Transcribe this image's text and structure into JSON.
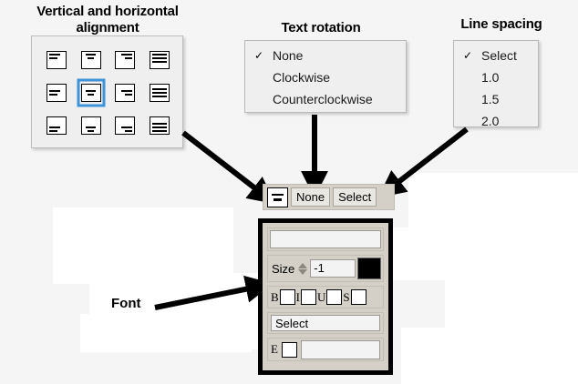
{
  "callouts": {
    "alignment_title": "Vertical and horizontal alignment",
    "rotation_title": "Text rotation",
    "spacing_title": "Line spacing",
    "font_title": "Font"
  },
  "alignment_matrix": {
    "selected_index": 5,
    "cells": [
      {
        "v": "top",
        "h": "left"
      },
      {
        "v": "top",
        "h": "center"
      },
      {
        "v": "top",
        "h": "right"
      },
      {
        "v": "top",
        "h": "justify"
      },
      {
        "v": "middle",
        "h": "left"
      },
      {
        "v": "middle",
        "h": "center"
      },
      {
        "v": "middle",
        "h": "right"
      },
      {
        "v": "middle",
        "h": "justify"
      },
      {
        "v": "bottom",
        "h": "left"
      },
      {
        "v": "bottom",
        "h": "center"
      },
      {
        "v": "bottom",
        "h": "right"
      },
      {
        "v": "bottom",
        "h": "justify"
      }
    ]
  },
  "rotation_menu": {
    "items": [
      {
        "label": "None",
        "checked": true
      },
      {
        "label": "Clockwise",
        "checked": false
      },
      {
        "label": "Counterclockwise",
        "checked": false
      }
    ],
    "check_glyph": "✓"
  },
  "spacing_menu": {
    "items": [
      {
        "label": "Select",
        "checked": true
      },
      {
        "label": "1.0",
        "checked": false
      },
      {
        "label": "1.5",
        "checked": false
      },
      {
        "label": "2.0",
        "checked": false
      }
    ],
    "check_glyph": "✓"
  },
  "toolbar": {
    "align_icon": "align-center-middle-icon",
    "rotation_value": "None",
    "spacing_value": "Select"
  },
  "font_panel": {
    "name_value": "",
    "size_label": "Size",
    "size_value": "-1",
    "color_swatch": "#000000",
    "styles": [
      {
        "label": "B",
        "checked": false
      },
      {
        "label": "I",
        "checked": false
      },
      {
        "label": "U",
        "checked": false
      },
      {
        "label": "S",
        "checked": false
      }
    ],
    "select_value": "Select",
    "effect_label": "E",
    "effect_checked": false,
    "effect_value": ""
  },
  "colors": {
    "page_background": "#f5f5f5",
    "panel_face": "#d4d0c8",
    "callout_face": "#efefef",
    "selection_blue": "#3d93d8",
    "arrow_black": "#000000"
  }
}
